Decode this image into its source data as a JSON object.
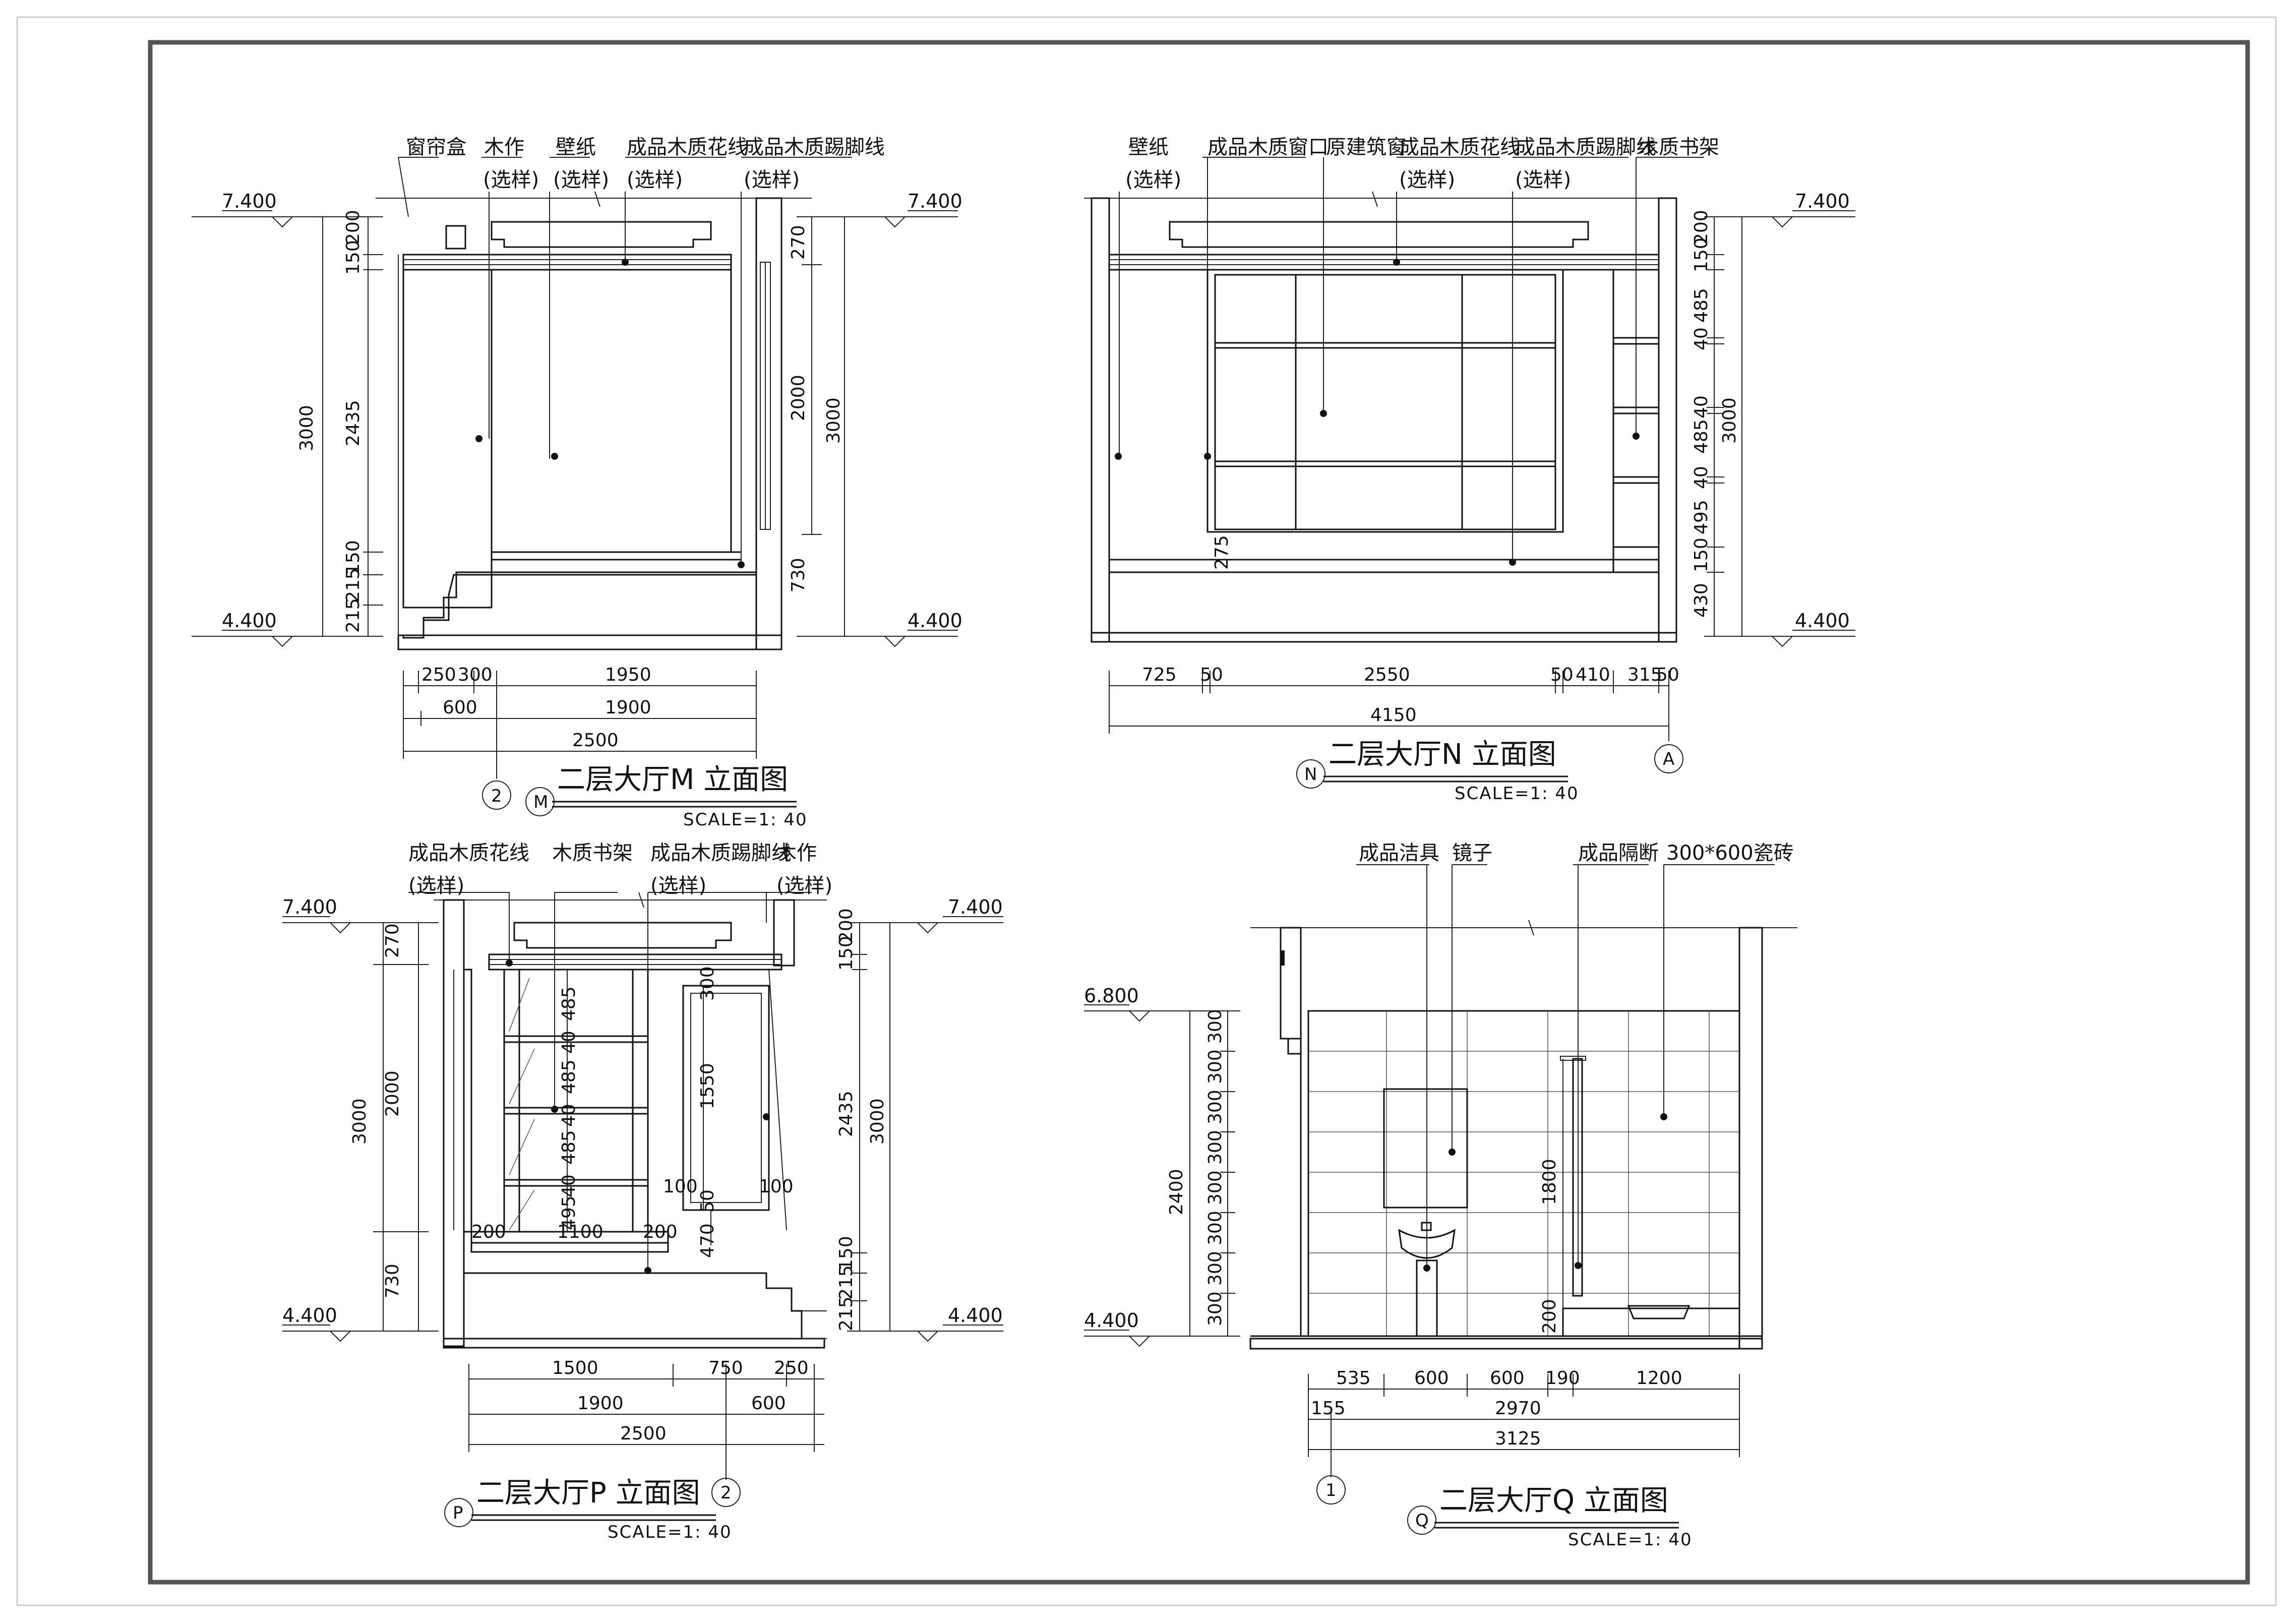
{
  "views": {
    "M": {
      "title": "二层大厅M 立面图",
      "scale": "SCALE=1: 40",
      "mark": "M",
      "grid": "2",
      "labels": [
        "窗帘盒",
        "木作",
        "(选样)",
        "壁纸",
        "(选样)",
        "成品木质花线",
        "(选样)",
        "成品木质踢脚线",
        "(选样)"
      ],
      "levels": [
        "7.400",
        "7.400",
        "4.400",
        "4.400"
      ],
      "vdims_left": [
        "3000",
        "2435",
        "150",
        "200",
        "215",
        "215",
        "150"
      ],
      "vdims_right": [
        "270",
        "2000",
        "730",
        "3000"
      ],
      "hdims": [
        "250",
        "300",
        "1950",
        "600",
        "1900",
        "2500"
      ]
    },
    "N": {
      "title": "二层大厅N 立面图",
      "scale": "SCALE=1: 40",
      "mark": "N",
      "grid": "A",
      "labels": [
        "壁纸",
        "(选样)",
        "成品木质窗口",
        "原建筑窗",
        "成品木质花线",
        "(选样)",
        "成品木质踢脚线",
        "(选样)",
        "木质书架"
      ],
      "levels": [
        "7.400",
        "4.400"
      ],
      "vdims_right": [
        "150",
        "200",
        "485",
        "40",
        "40",
        "485",
        "40",
        "495",
        "150",
        "430",
        "3000"
      ],
      "inner_dim": "275",
      "hdims": [
        "725",
        "50",
        "2550",
        "50",
        "410",
        "315",
        "50",
        "4150"
      ]
    },
    "P": {
      "title": "二层大厅P 立面图",
      "scale": "SCALE=1: 40",
      "mark": "P",
      "grid": "2",
      "labels": [
        "成品木质花线",
        "(选样)",
        "木质书架",
        "成品木质踢脚线",
        "(选样)",
        "木作",
        "(选样)"
      ],
      "levels": [
        "7.400",
        "7.400",
        "4.400",
        "4.400"
      ],
      "vdims_left": [
        "270",
        "2000",
        "3000",
        "730"
      ],
      "vdims_right": [
        "150",
        "200",
        "2435",
        "3000",
        "215",
        "215",
        "150"
      ],
      "inner_dims": [
        "485",
        "40",
        "485",
        "40",
        "485",
        "40",
        "495",
        "300",
        "1550",
        "50",
        "470",
        "100",
        "100",
        "200",
        "1100",
        "200"
      ],
      "hdims": [
        "1500",
        "750",
        "250",
        "1900",
        "600",
        "2500"
      ]
    },
    "Q": {
      "title": "二层大厅Q 立面图",
      "scale": "SCALE=1: 40",
      "mark": "Q",
      "grid": "1",
      "labels": [
        "成品洁具",
        "镜子",
        "成品隔断",
        "300*600瓷砖"
      ],
      "levels": [
        "6.800",
        "4.400"
      ],
      "vdims": [
        "300",
        "300",
        "300",
        "300",
        "300",
        "300",
        "300",
        "300",
        "2400"
      ],
      "inner_dims": [
        "1800",
        "200"
      ],
      "hdims": [
        "535",
        "600",
        "600",
        "190",
        "1200",
        "155",
        "2970",
        "3125"
      ]
    }
  },
  "colors": {
    "line": "#111111",
    "frame": "#555555",
    "fill": "#ffffff"
  }
}
